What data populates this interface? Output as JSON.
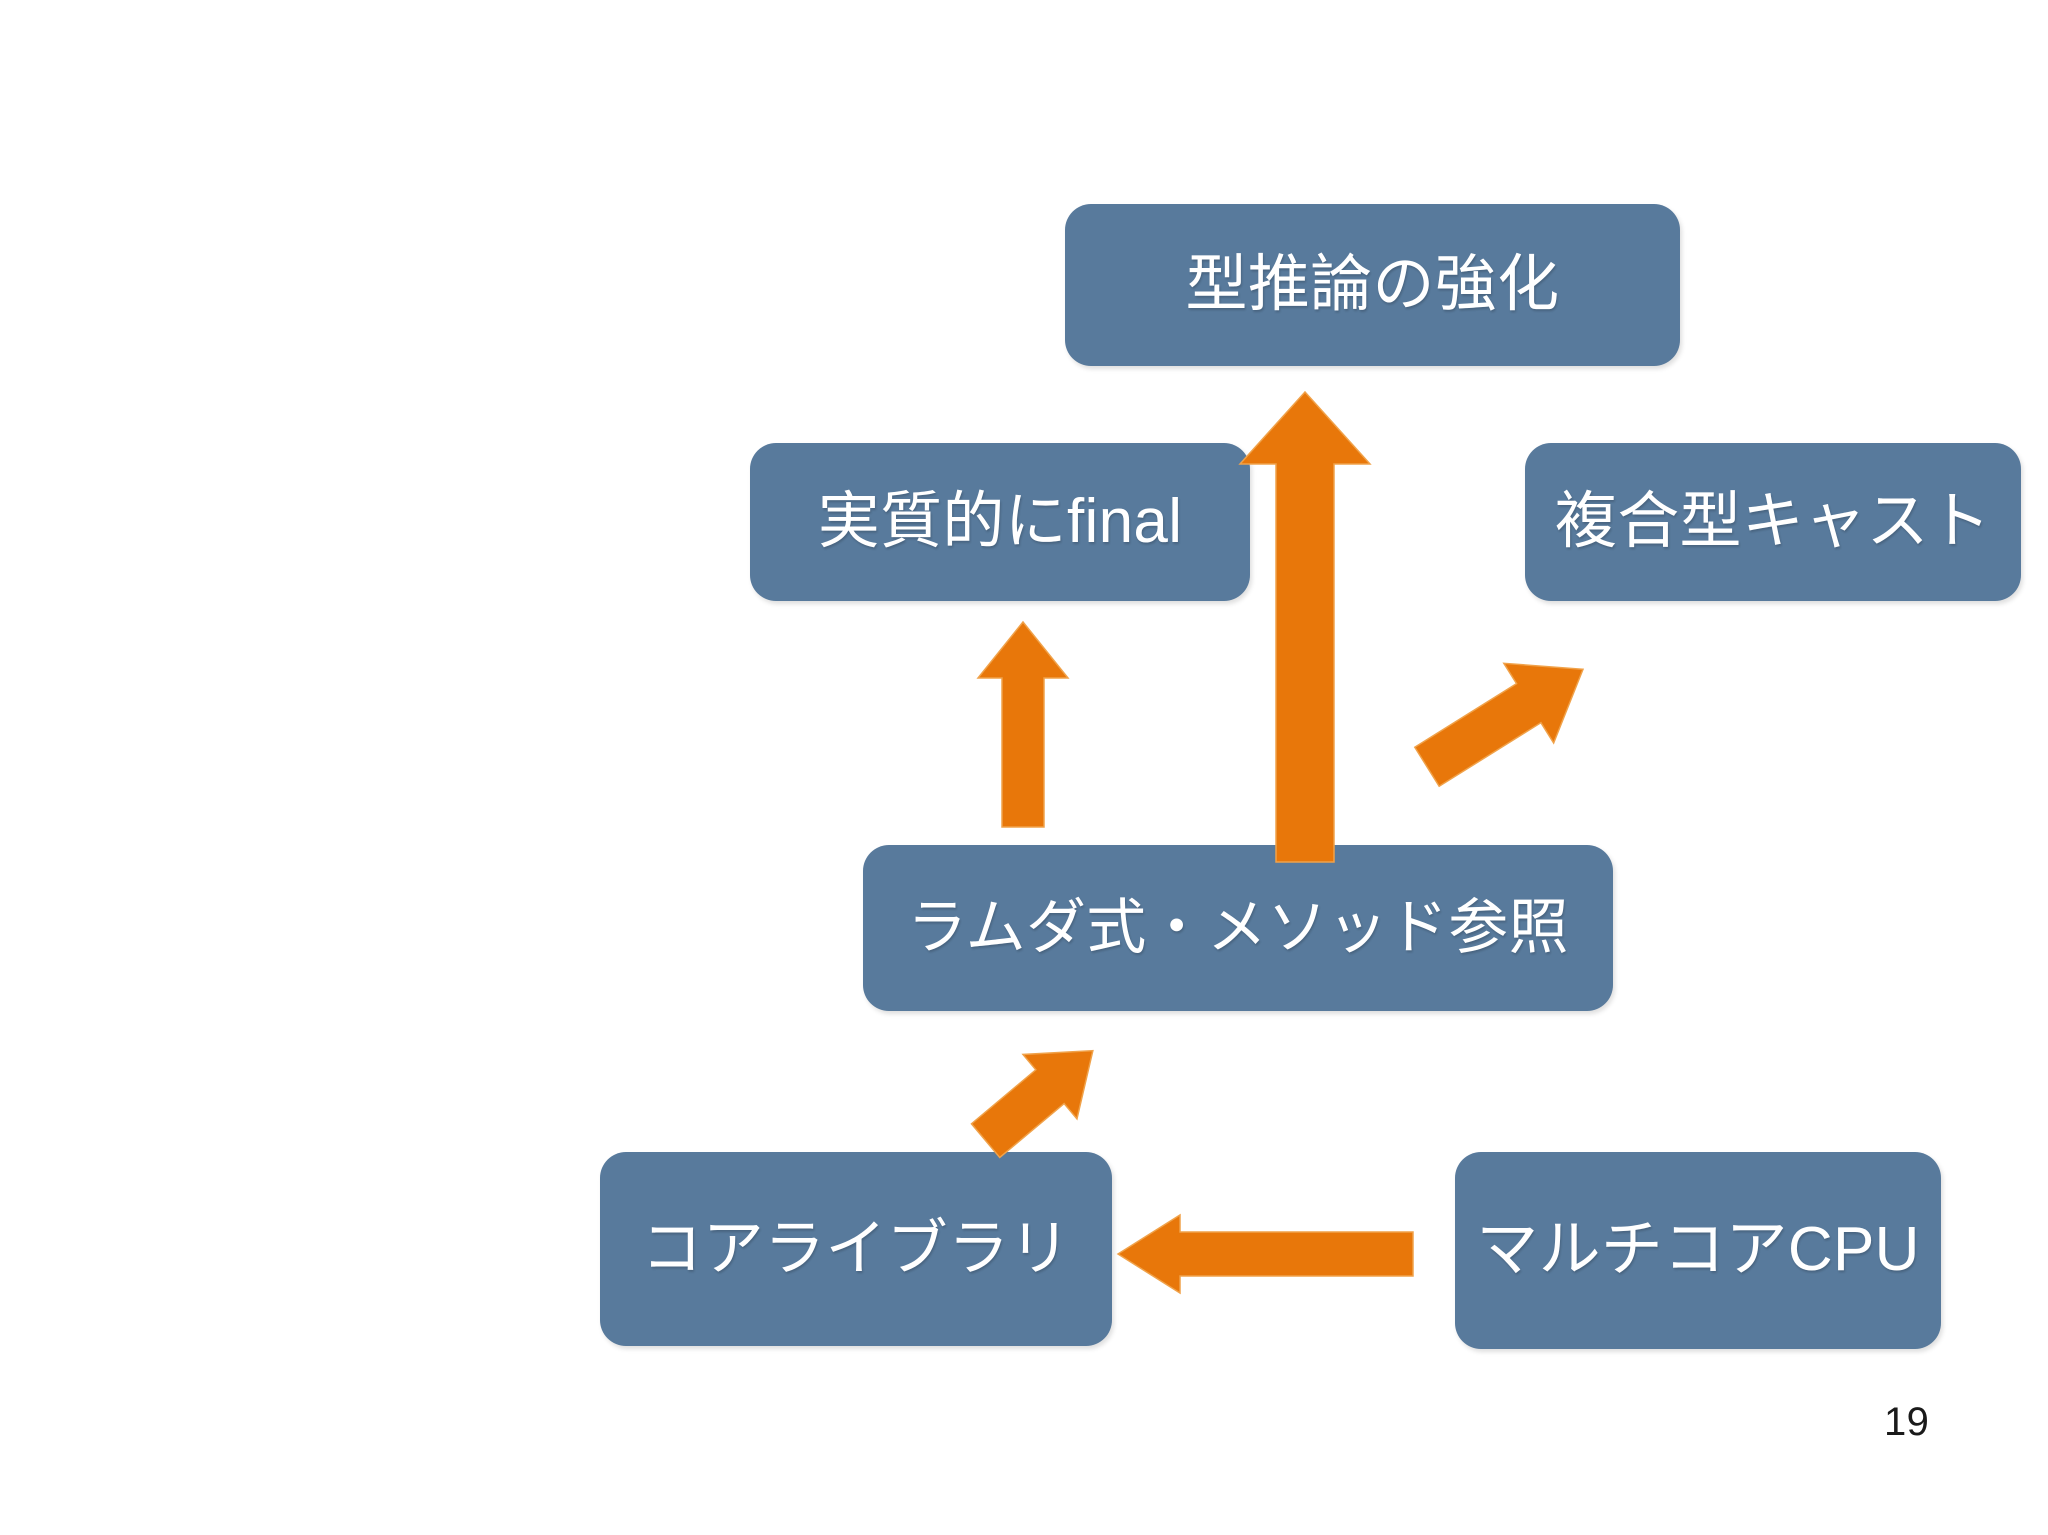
{
  "slide": {
    "background_color": "#FFFFFF",
    "page_number": "19"
  },
  "theme": {
    "node_fill": "#587A9C",
    "node_text_color": "#FFFFFF",
    "arrow_fill": "#E8770A",
    "arrow_outline": "#F0A24A"
  },
  "diagram": {
    "type": "flow-diagram",
    "nodes": [
      {
        "id": "type-inference",
        "label": "型推論の強化"
      },
      {
        "id": "effectively-final",
        "label": "実質的にfinal"
      },
      {
        "id": "compound-cast",
        "label": "複合型キャスト"
      },
      {
        "id": "lambda-method-ref",
        "label": "ラムダ式・メソッド参照"
      },
      {
        "id": "core-library",
        "label": "コアライブラリ"
      },
      {
        "id": "multicore-cpu",
        "label": "マルチコアCPU"
      }
    ],
    "edges": [
      {
        "id": "lambda-to-type",
        "from": "lambda-method-ref",
        "to": "type-inference",
        "direction": "up",
        "style": "block-arrow"
      },
      {
        "id": "lambda-to-final",
        "from": "lambda-method-ref",
        "to": "effectively-final",
        "direction": "up",
        "style": "block-arrow"
      },
      {
        "id": "lambda-to-cast",
        "from": "lambda-method-ref",
        "to": "compound-cast",
        "direction": "up-right",
        "style": "block-arrow"
      },
      {
        "id": "core-to-lambda",
        "from": "core-library",
        "to": "lambda-method-ref",
        "direction": "up-right",
        "style": "block-arrow"
      },
      {
        "id": "cpu-to-core",
        "from": "multicore-cpu",
        "to": "core-library",
        "direction": "left",
        "style": "block-arrow"
      }
    ]
  }
}
